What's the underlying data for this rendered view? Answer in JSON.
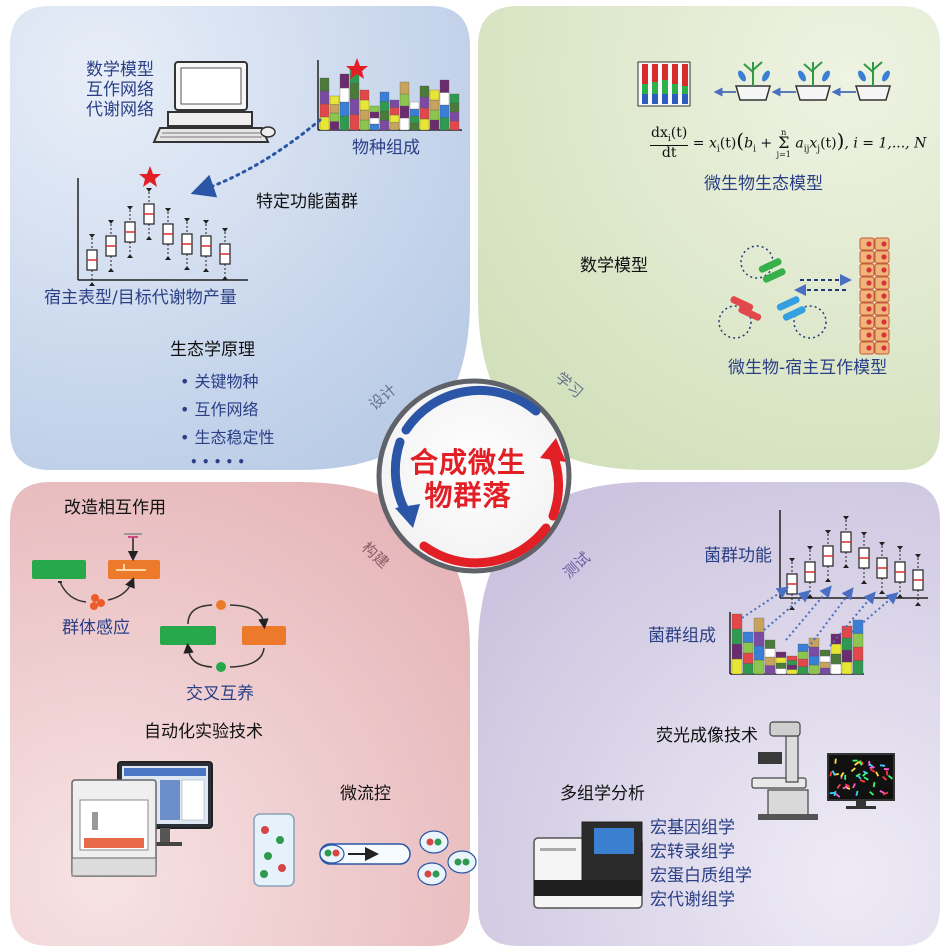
{
  "center": {
    "title_line1": "合成微生",
    "title_line2": "物群落"
  },
  "quadrants": {
    "design": {
      "label": "设计",
      "model_list": [
        "数学模型",
        "互作网络",
        "代谢网络"
      ],
      "species_composition": "物种组成",
      "functional_consortium": "特定功能菌群",
      "host_phenotype": "宿主表型/目标代谢物产量",
      "ecology_title": "生态学原理",
      "ecology_items": [
        "关键物种",
        "互作网络",
        "生态稳定性"
      ],
      "ellipsis": "• • • • •"
    },
    "learn": {
      "label": "学习",
      "ecology_model": "微生物生态模型",
      "math_model": "数学模型",
      "host_model": "微生物-宿主互作模型",
      "equation": {
        "lhs_num": "dx",
        "lhs_sub": "i",
        "lhs_arg": "(t)",
        "lhs_den": "dt",
        "rhs_start": "= x",
        "rhs_i": "i",
        "rhs_t": "(t)",
        "b": "b",
        "plus": "+",
        "sum_top": "n",
        "sum_bot": "j=1",
        "a": "a",
        "ij": "ij",
        "xj": "x",
        "j": "j",
        "tail": "(t)",
        "range": ", i = 1,..., N"
      }
    },
    "build": {
      "label": "构建",
      "modify_interaction": "改造相互作用",
      "quorum_sensing": "群体感应",
      "cross_feeding": "交叉互养",
      "automation": "自动化实验技术",
      "microfluidics": "微流控"
    },
    "test": {
      "label": "测试",
      "community_function": "菌群功能",
      "community_composition": "菌群组成",
      "fluorescence": "荧光成像技术",
      "multiomics": "多组学分析",
      "omics_list": [
        "宏基因组学",
        "宏转录组学",
        "宏蛋白质组学",
        "宏代谢组学"
      ]
    }
  },
  "colors": {
    "design_bg": "#c9d7ec",
    "learn_bg": "#dbe6c7",
    "build_bg": "#ecc6c8",
    "test_bg": "#d5cfe6",
    "arrow_blue": "#2b56a8",
    "arrow_red": "#e31f26",
    "star": "#e31f26",
    "green_box": "#27a84a",
    "orange_box": "#ec7a2a"
  }
}
